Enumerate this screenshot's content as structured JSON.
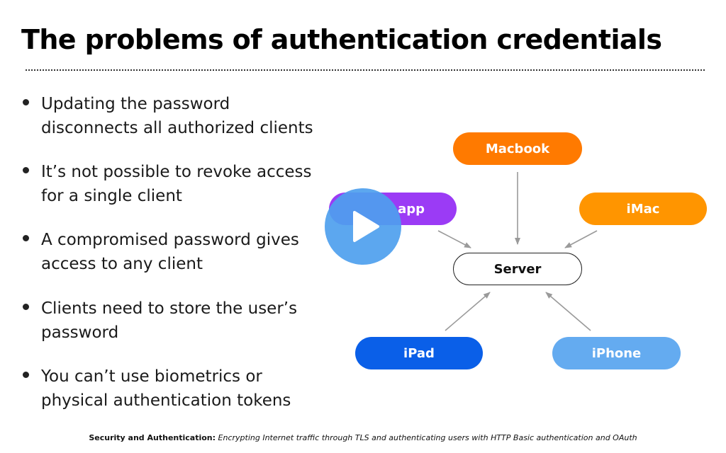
{
  "slide": {
    "title": "The problems of authentication credentials",
    "bullets": [
      "Updating the password disconnects all authorized clients",
      "It’s not possible to revoke access for a single client",
      "A compromised password gives access to any client",
      "Clients need to store the user’s password",
      "You can’t use biometrics or physical authentication tokens"
    ]
  },
  "diagram": {
    "nodes": [
      {
        "id": "macbook",
        "label": "Macbook",
        "color": "#FF7A00"
      },
      {
        "id": "app",
        "label": "app",
        "color": "#9B3BF5"
      },
      {
        "id": "imac",
        "label": "iMac",
        "color": "#FF9500"
      },
      {
        "id": "server",
        "label": "Server",
        "color": "#FFFFFF"
      },
      {
        "id": "ipad",
        "label": "iPad",
        "color": "#0A5FE8"
      },
      {
        "id": "iphone",
        "label": "iPhone",
        "color": "#64ABF0"
      }
    ]
  },
  "video": {
    "play_icon": "play-icon",
    "overlay_color": "#4EA0EE"
  },
  "footer": {
    "course": "Security and Authentication:",
    "subtitle": "Encrypting Internet traffic through TLS and authenticating users with HTTP Basic authentication and OAuth"
  }
}
